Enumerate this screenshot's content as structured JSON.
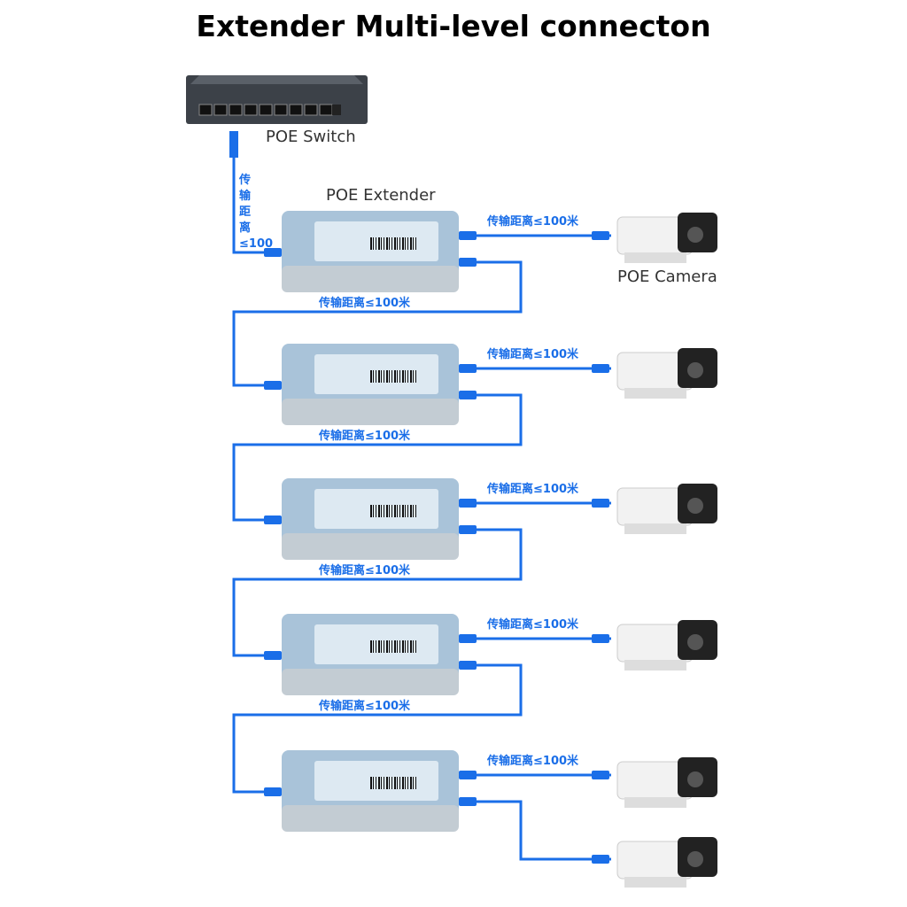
{
  "title": "Extender Multi-level connecton",
  "labels": {
    "switch": "POE Switch",
    "extender": "POE Extender",
    "camera": "POE Camera"
  },
  "distance_label": "传输距离≤100米",
  "vertical_label": [
    "传",
    "输",
    "距",
    "离",
    "≤100"
  ],
  "colors": {
    "cable": "#1a6ee8",
    "extender": "#a9c3d9",
    "switch": "#3c4148"
  },
  "extender_count": 5,
  "camera_count": 6
}
